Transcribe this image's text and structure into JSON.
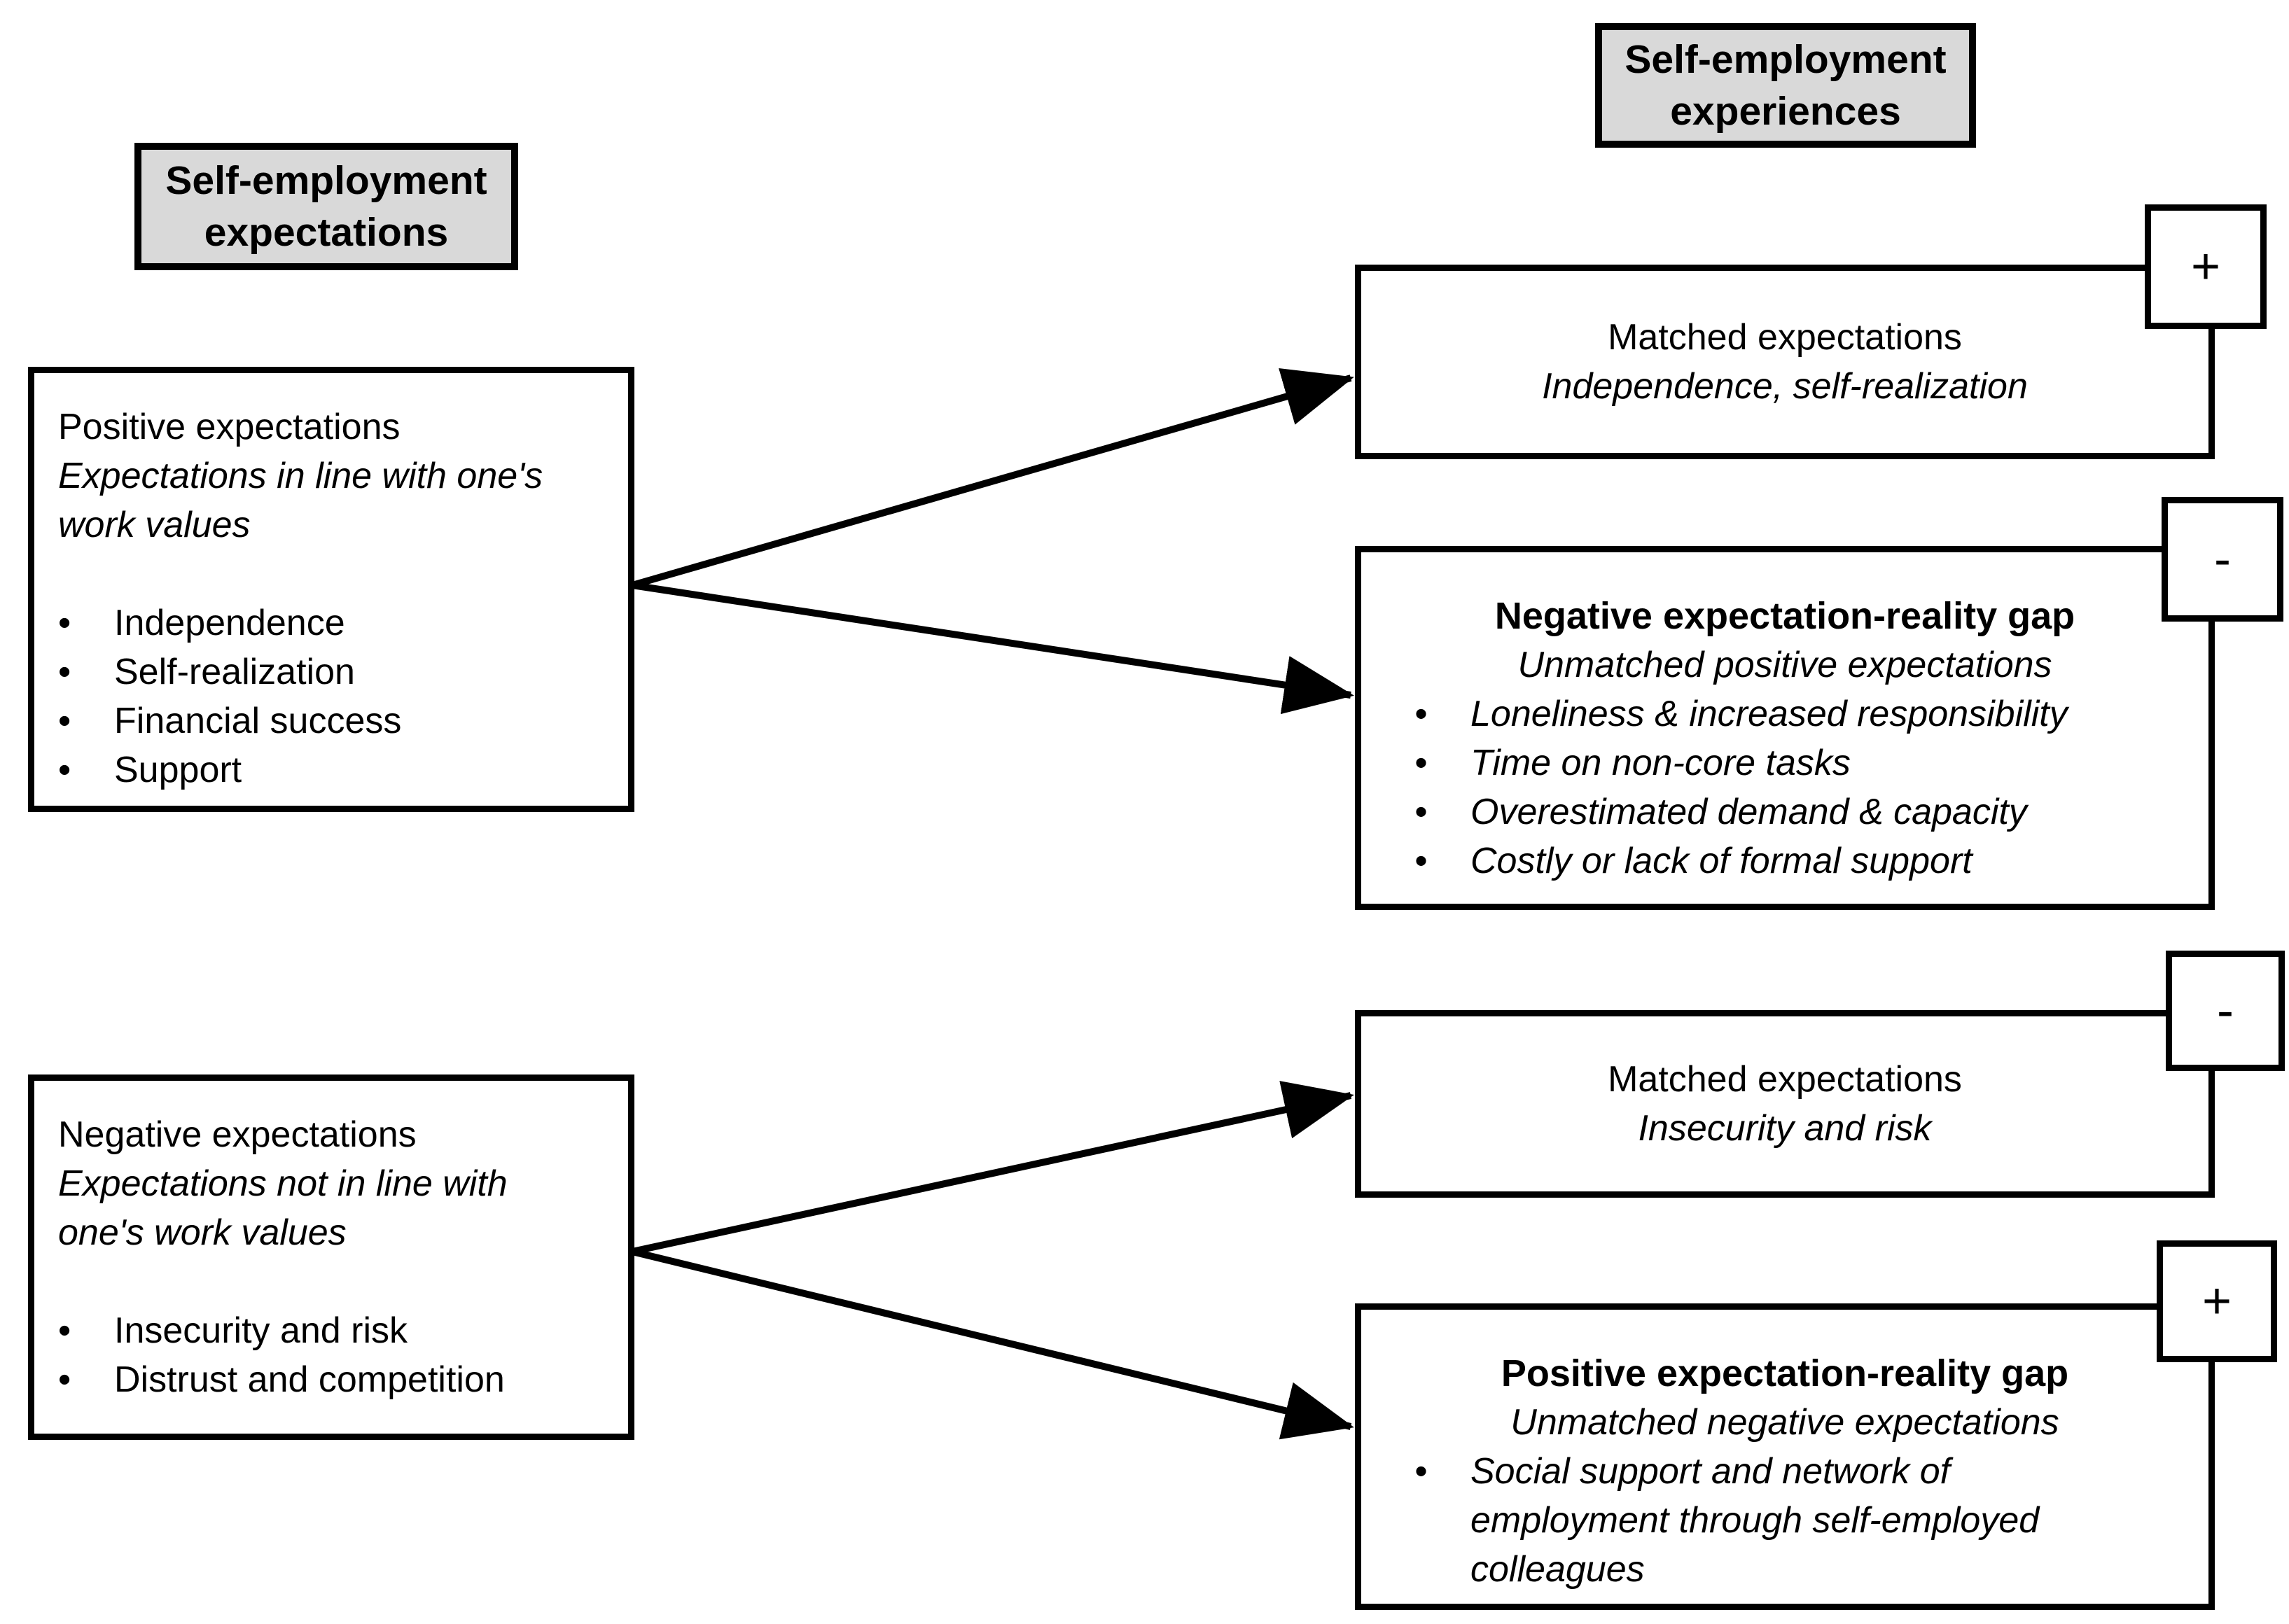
{
  "colors": {
    "background": "#ffffff",
    "header_bg": "#d9d9d9",
    "box_bg": "#ffffff",
    "border": "#000000",
    "text": "#000000"
  },
  "headers": {
    "expectations": {
      "label": "Self-employment expectations"
    },
    "experiences": {
      "label": "Self-employment experiences"
    }
  },
  "left_boxes": [
    {
      "id": "positive-expectations",
      "title": "Positive expectations",
      "subtitle": "Expectations in line with one's work values",
      "bullets": [
        "Independence",
        "Self-realization",
        "Financial success",
        "Support"
      ]
    },
    {
      "id": "negative-expectations",
      "title": "Negative expectations",
      "subtitle": "Expectations not in line with one's work values",
      "bullets": [
        "Insecurity and risk",
        "Distrust and competition"
      ]
    }
  ],
  "right_boxes": [
    {
      "id": "matched-positive",
      "title": "Matched expectations",
      "subtitle": "Independence, self-realization",
      "bullets": [],
      "sign": "+"
    },
    {
      "id": "negative-gap",
      "title": "Negative expectation-reality gap",
      "subtitle": "Unmatched positive expectations",
      "bullets": [
        "Loneliness & increased responsibility",
        "Time on non-core tasks",
        "Overestimated demand & capacity",
        "Costly or lack of formal support"
      ],
      "sign": "-"
    },
    {
      "id": "matched-negative",
      "title": "Matched expectations",
      "subtitle": "Insecurity and risk",
      "bullets": [],
      "sign": "-"
    },
    {
      "id": "positive-gap",
      "title": "Positive expectation-reality gap",
      "subtitle": "Unmatched negative expectations",
      "bullets": [
        "Social support and network of employment through self-employed colleagues"
      ],
      "sign": "+"
    }
  ],
  "connections": [
    {
      "from": "positive-expectations",
      "to": "matched-positive"
    },
    {
      "from": "positive-expectations",
      "to": "negative-gap"
    },
    {
      "from": "negative-expectations",
      "to": "matched-negative"
    },
    {
      "from": "negative-expectations",
      "to": "positive-gap"
    }
  ]
}
